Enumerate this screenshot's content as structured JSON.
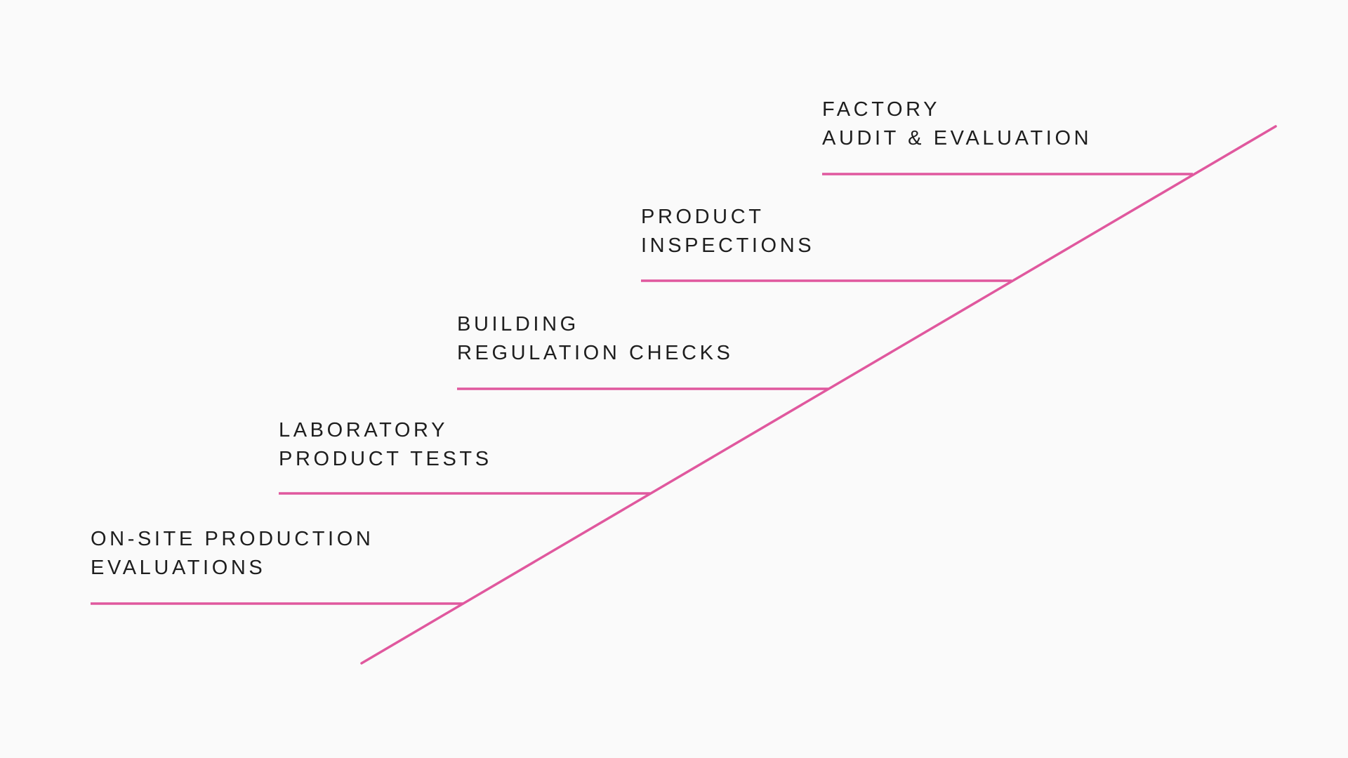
{
  "theme": {
    "background": "#FAFAFA",
    "accent": "#E0589E",
    "text": "#1E1E1E"
  },
  "steps": [
    {
      "line1": "ON-SITE PRODUCTION",
      "line2": "EVALUATIONS"
    },
    {
      "line1": "LABORATORY",
      "line2": "PRODUCT TESTS"
    },
    {
      "line1": "BUILDING",
      "line2": "REGULATION CHECKS"
    },
    {
      "line1": "PRODUCT",
      "line2": "INSPECTIONS"
    },
    {
      "line1": "FACTORY",
      "line2": "AUDIT & EVALUATION"
    }
  ]
}
